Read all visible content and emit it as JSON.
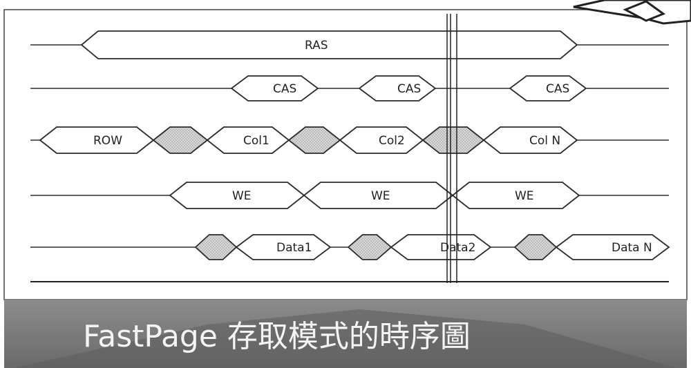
{
  "caption": "FastPage 存取模式的時序圖",
  "colors": {
    "caption_band": "#7d7d7d",
    "caption_band_dark": "#5a5a5a",
    "line": "#2a2a2a",
    "hatch": "#c8c8c8"
  },
  "signals": [
    {
      "id": "ras",
      "segments": [
        {
          "label": "RAS"
        }
      ]
    },
    {
      "id": "cas",
      "segments": [
        {
          "label": "CAS"
        },
        {
          "label": "CAS"
        },
        {
          "label": "CAS"
        }
      ]
    },
    {
      "id": "addr",
      "segments": [
        {
          "label": "ROW"
        },
        {
          "label": ""
        },
        {
          "label": "Col1"
        },
        {
          "label": ""
        },
        {
          "label": "Col2"
        },
        {
          "label": ""
        },
        {
          "label": "Col N"
        }
      ]
    },
    {
      "id": "we",
      "segments": [
        {
          "label": "WE"
        },
        {
          "label": "WE"
        },
        {
          "label": "WE"
        }
      ]
    },
    {
      "id": "data",
      "segments": [
        {
          "label": ""
        },
        {
          "label": "Data1"
        },
        {
          "label": ""
        },
        {
          "label": "Data2"
        },
        {
          "label": ""
        },
        {
          "label": "Data N"
        }
      ]
    }
  ]
}
